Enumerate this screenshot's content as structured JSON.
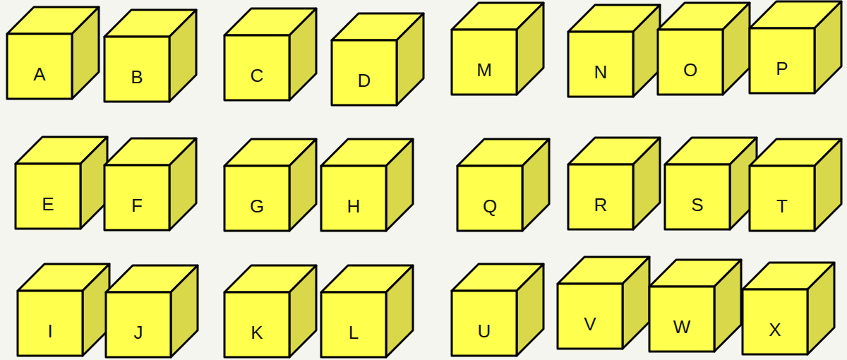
{
  "diagram": {
    "nodes": [
      {
        "text": [
          "A"
        ]
      },
      {
        "text": [
          "B"
        ]
      },
      {
        "text": [
          "C"
        ]
      },
      {
        "text": [
          "D"
        ]
      },
      {
        "text": [
          "M"
        ]
      },
      {
        "text": [
          "N"
        ]
      },
      {
        "text": [
          "O"
        ]
      },
      {
        "text": [
          "P"
        ]
      },
      {
        "text": [
          "E"
        ]
      },
      {
        "text": [
          "F"
        ]
      },
      {
        "text": [
          "G"
        ]
      },
      {
        "text": [
          "H"
        ]
      },
      {
        "text": [
          "Q"
        ]
      },
      {
        "text": [
          "R"
        ]
      },
      {
        "text": [
          "S"
        ]
      },
      {
        "text": [
          "T"
        ]
      },
      {
        "text": [
          "I"
        ]
      },
      {
        "text": [
          "J"
        ]
      },
      {
        "text": [
          "K"
        ]
      },
      {
        "text": [
          "L"
        ]
      },
      {
        "text": [
          "U"
        ]
      },
      {
        "text": [
          "V"
        ]
      },
      {
        "text": [
          "W"
        ]
      },
      {
        "text": [
          "X"
        ]
      }
    ]
  }
}
